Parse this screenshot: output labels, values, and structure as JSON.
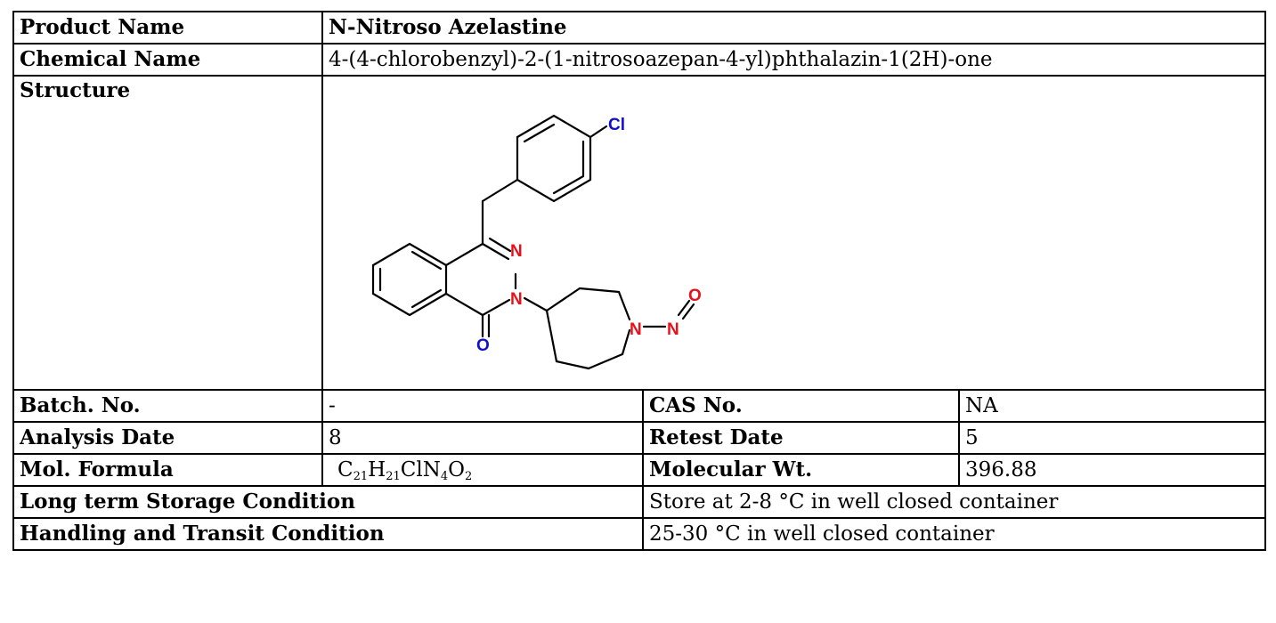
{
  "product_name": {
    "label": "Product Name",
    "value": "N-Nitroso Azelastine"
  },
  "chemical_name": {
    "label": "Chemical Name",
    "value": "4-(4-chlorobenzyl)-2-(1-nitrosoazepan-4-yl)phthalazin-1(2H)-one"
  },
  "structure": {
    "label": "Structure",
    "atoms": {
      "cl": "Cl",
      "n1": "N",
      "n2": "N",
      "n3": "N",
      "n4": "N",
      "o1": "O",
      "o2": "O"
    },
    "colors": {
      "bond": "#000000",
      "heteroatom_blue": "#1010cc",
      "heteroatom_red": "#e8101a"
    }
  },
  "batch_no": {
    "label": "Batch. No.",
    "value": "-"
  },
  "cas_no": {
    "label": "CAS No.",
    "value": "NA"
  },
  "analysis_date": {
    "label": "Analysis Date",
    "value": "8"
  },
  "retest_date": {
    "label": "Retest Date",
    "value": "5"
  },
  "mol_formula": {
    "label": "Mol. Formula",
    "parts": [
      "C",
      "21",
      "H",
      "21",
      "ClN",
      "4",
      "O",
      "2"
    ]
  },
  "molecular_wt": {
    "label": "Molecular Wt.",
    "value": "396.88"
  },
  "storage": {
    "label": "Long term Storage Condition",
    "value": "Store at 2-8 °C in well closed container"
  },
  "handling": {
    "label": "Handling and Transit Condition",
    "value": "25-30 °C in well closed container"
  }
}
